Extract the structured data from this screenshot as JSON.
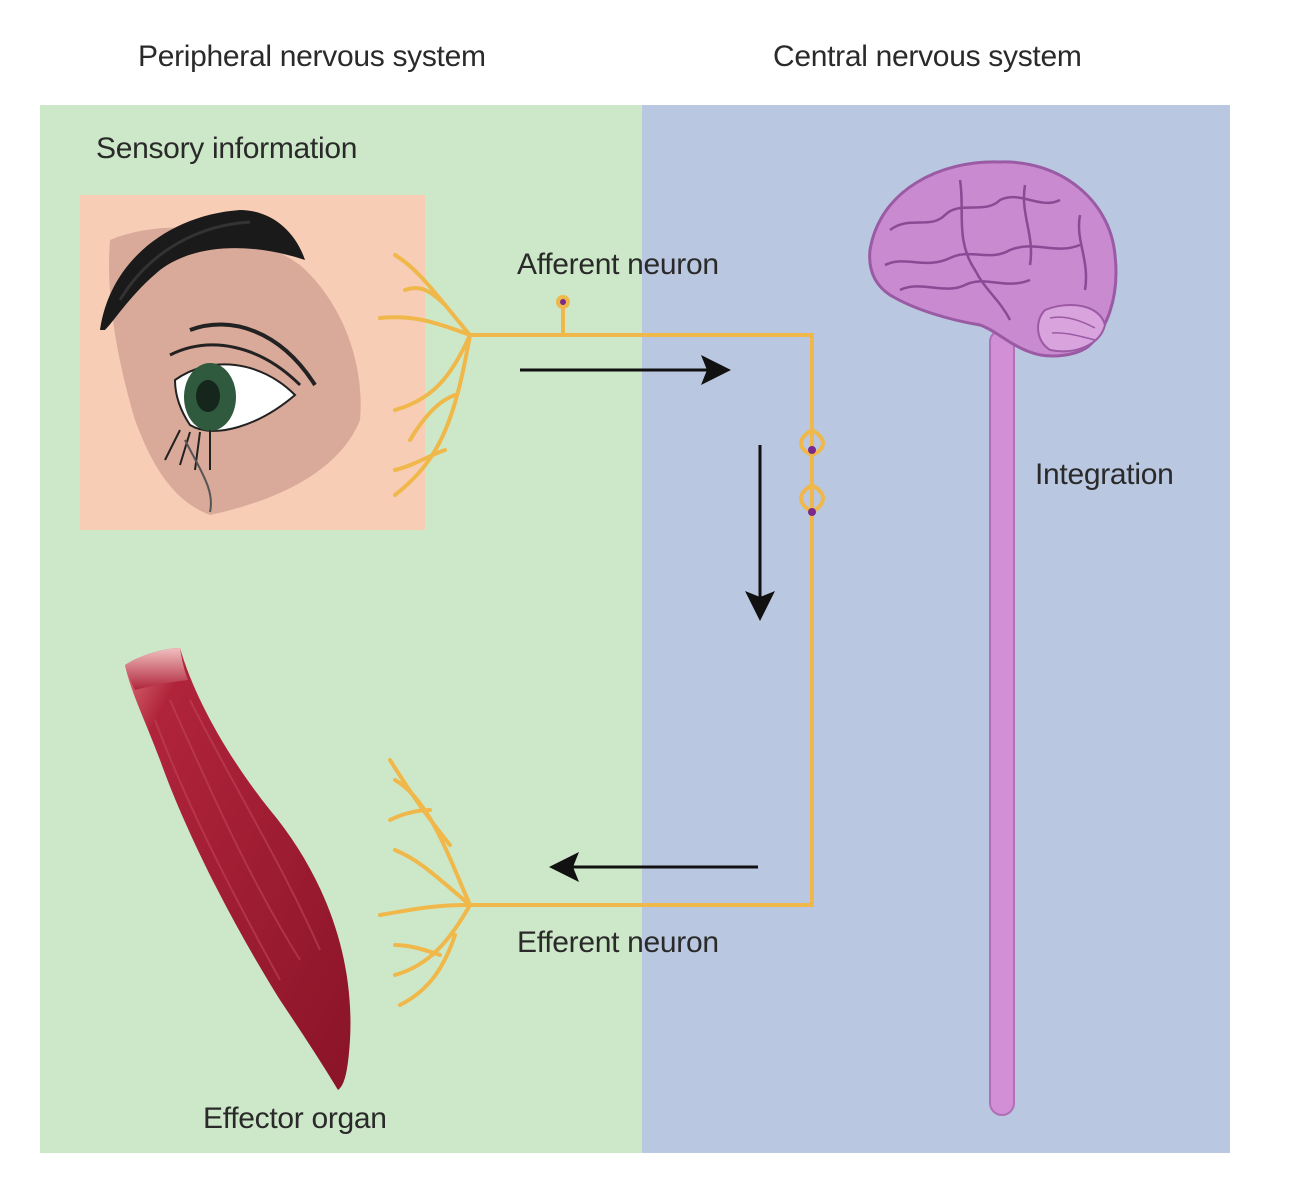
{
  "headers": {
    "peripheral": "Peripheral nervous system",
    "central": "Central nervous system"
  },
  "labels": {
    "sensory": "Sensory information",
    "afferent": "Afferent neuron",
    "integration": "Integration",
    "efferent": "Efferent neuron",
    "effector": "Effector organ"
  },
  "colors": {
    "pns_background": "#cde8c8",
    "cns_background": "#b9c8e0",
    "neuron": "#f0b84a",
    "brain": "#c98ad0",
    "muscle": "#a82035",
    "skin": "#f7cdb6"
  }
}
